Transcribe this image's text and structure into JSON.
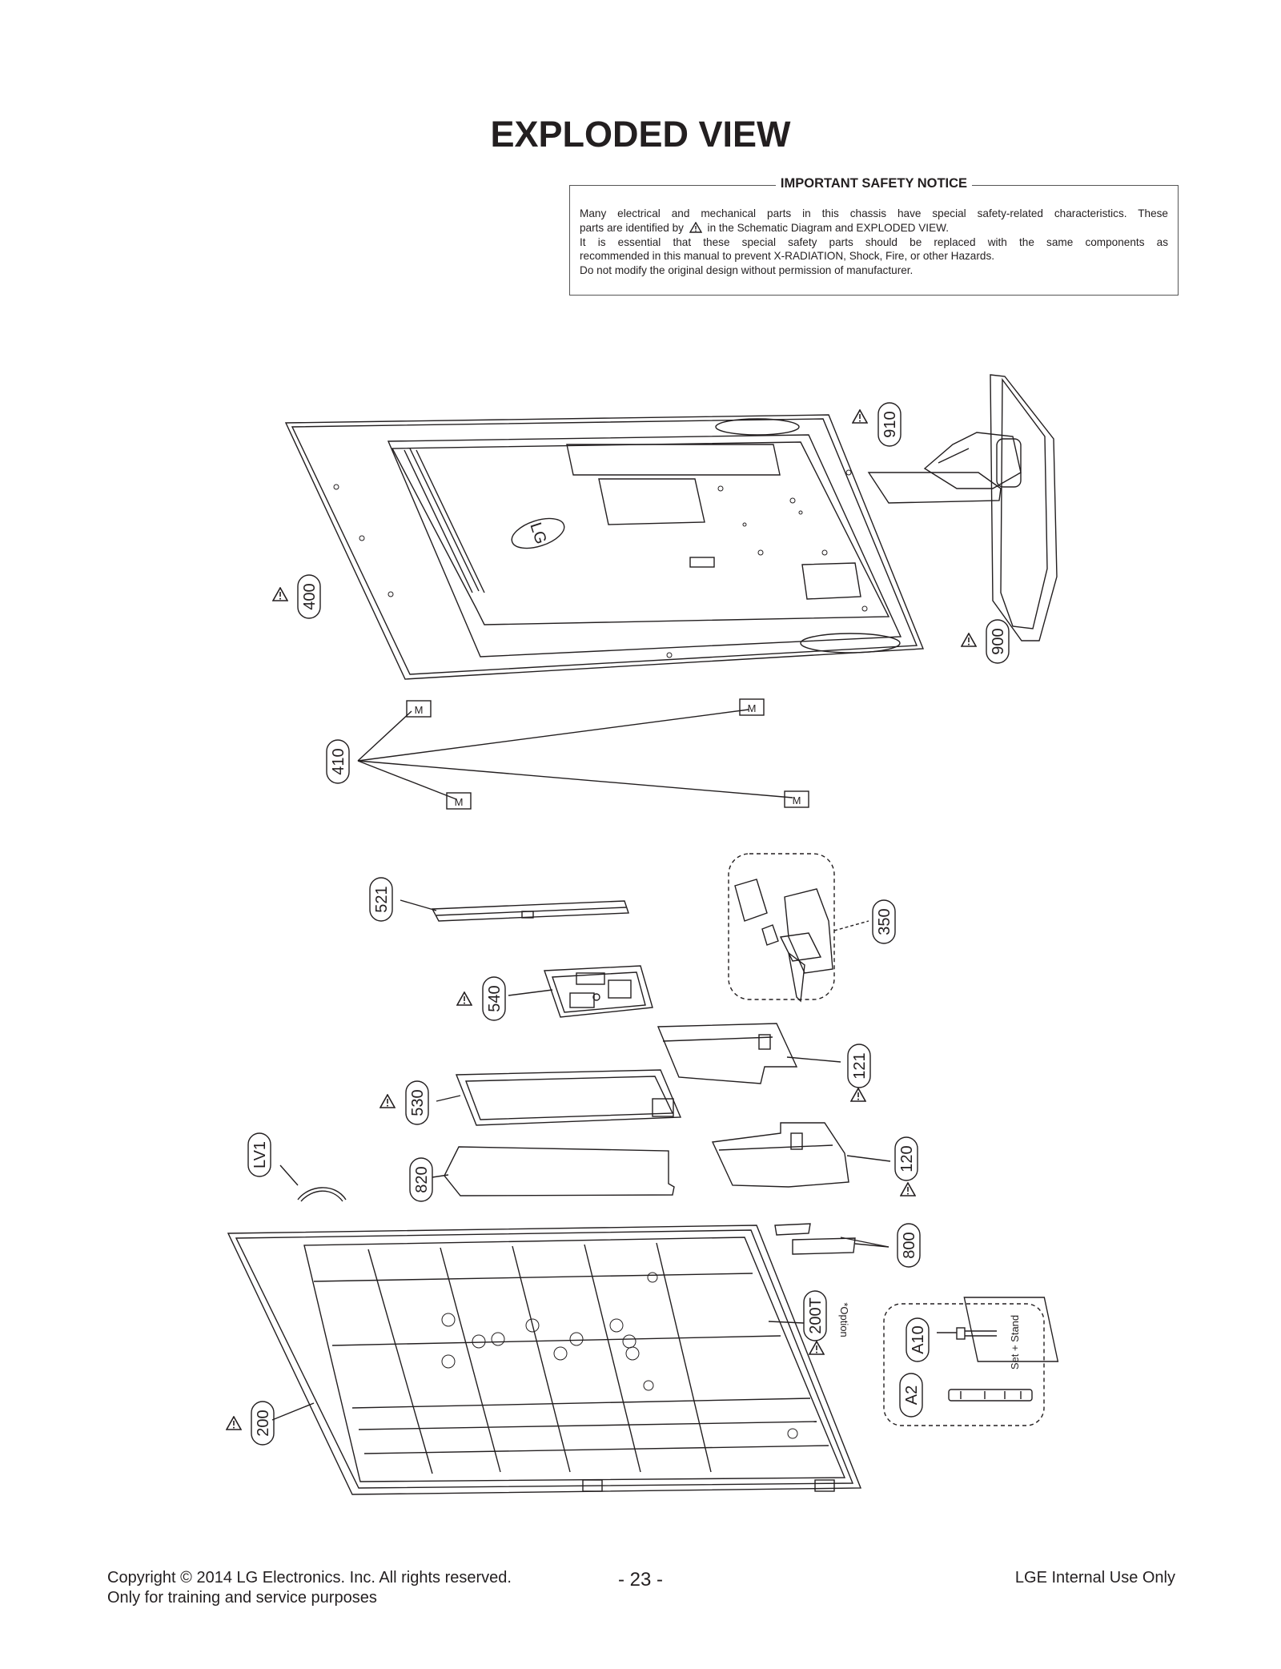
{
  "page": {
    "title": "EXPLODED VIEW"
  },
  "safety_notice": {
    "heading": "IMPORTANT SAFETY NOTICE",
    "line1": "Many electrical and mechanical parts in this chassis have special safety-related characteristics. These",
    "line2_before": "parts are identified by",
    "line2_after": "in the Schematic Diagram and EXPLODED VIEW.",
    "line3": "It is essential that these special safety parts should be replaced with the same components as",
    "line4": "recommended in this manual to prevent X-RADIATION, Shock, Fire, or other Hazards.",
    "line5": "Do not modify the original design without permission of manufacturer."
  },
  "parts": {
    "p910": "910",
    "p400": "400",
    "p900": "900",
    "p410": "410",
    "p521": "521",
    "p350": "350",
    "p540": "540",
    "p121": "121",
    "p530": "530",
    "pLV1": "LV1",
    "p820": "820",
    "p120": "120",
    "p800": "800",
    "p200T": "200T",
    "p200T_note": "*Option",
    "pA10": "A10",
    "pA2": "A2",
    "p200": "200",
    "set_stand": "Set + Stand",
    "bracket_mark": "M",
    "logo": "LG"
  },
  "footer": {
    "copyright": "Copyright  © 2014 LG Electronics. Inc. All rights reserved.",
    "purpose": "Only for training and service purposes",
    "page_number": "- 23 -",
    "internal": "LGE Internal Use Only"
  }
}
